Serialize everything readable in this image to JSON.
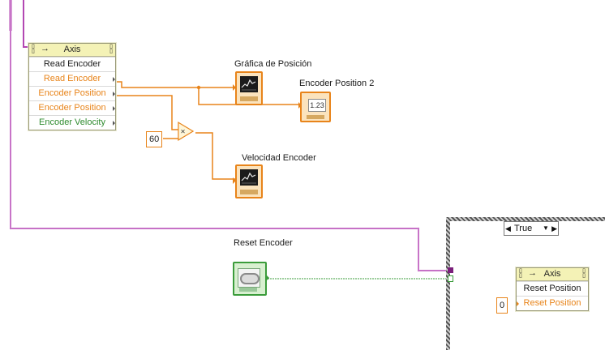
{
  "colors": {
    "cluster_wire": "#b347b3",
    "numeric_wire": "#e8841a",
    "bool_wire": "#3b9c3b"
  },
  "labels": {
    "grafica_posicion": "Gráfica de Posición",
    "encoder_position_2": "Encoder Position 2",
    "velocidad_encoder": "Velocidad Encoder",
    "reset_encoder": "Reset Encoder"
  },
  "property_node_1": {
    "title": "Axis",
    "rows": [
      "Read Encoder",
      "Read Encoder",
      "Encoder Position",
      "Encoder Position",
      "Encoder Velocity"
    ]
  },
  "property_node_2": {
    "title": "Axis",
    "rows": [
      "Reset Position",
      "Reset Position"
    ]
  },
  "constants": {
    "sixty": "60",
    "zero": "0"
  },
  "numeric_indicator_value": "1.23",
  "case_selector": {
    "value": "True"
  },
  "icons": {
    "multiply": "multiply-icon",
    "graph": "waveform-chart-icon",
    "boolean_control": "boolean-button-icon"
  }
}
